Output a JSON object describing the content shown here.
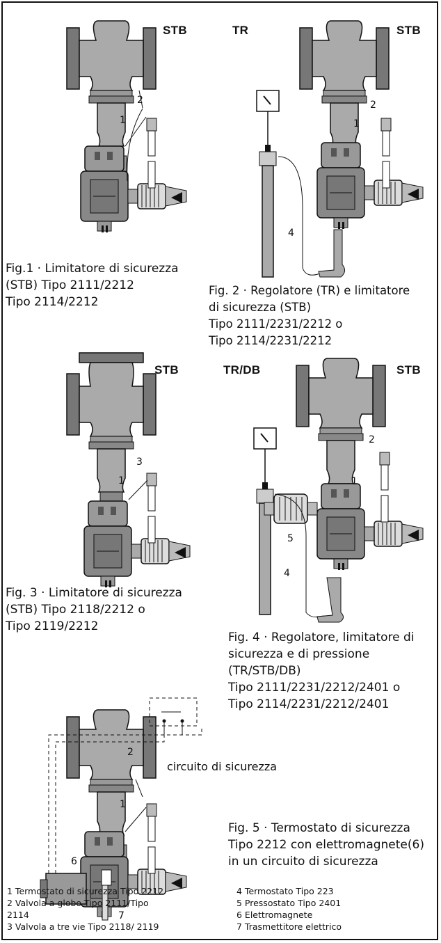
{
  "figures": {
    "fig1": {
      "label_stb": "STB",
      "caption": [
        "Fig.1 · Limitatore di sicurezza",
        "(STB) Tipo 2111/2212",
        "Tipo 2114/2212"
      ],
      "callouts": [
        "1",
        "2"
      ]
    },
    "fig2": {
      "label_tr": "TR",
      "label_stb": "STB",
      "caption": [
        "Fig. 2 · Regolatore (TR) e limitatore",
        "di sicurezza (STB)",
        "Tipo 2111/2231/2212 o",
        "Tipo 2114/2231/2212"
      ],
      "callouts": [
        "1",
        "2",
        "4"
      ]
    },
    "fig3": {
      "label_stb": "STB",
      "caption": [
        "Fig. 3 · Limitatore di sicurezza",
        "(STB) Tipo 2118/2212  o",
        "Tipo 2119/2212"
      ],
      "callouts": [
        "1",
        "3"
      ]
    },
    "fig4": {
      "label_trdb": "TR/DB",
      "label_stb": "STB",
      "caption": [
        "Fig. 4 · Regolatore, limitatore di",
        "sicurezza e di pressione",
        "(TR/STB/DB)",
        "Tipo 2111/2231/2212/2401 o",
        "Tipo 2114/2231/2212/2401"
      ],
      "callouts": [
        "1",
        "2",
        "4",
        "5"
      ]
    },
    "fig5": {
      "circuit_label": "circuito di sicurezza",
      "caption": [
        "Fig. 5 · Termostato di sicurezza",
        "Tipo 2212 con elettromagnete(6)",
        "in un circuito di sicurezza"
      ],
      "callouts": [
        "1",
        "2",
        "6",
        "7"
      ]
    }
  },
  "legend": {
    "left": [
      "1   Termostato di sicurezza Tipo 2212",
      "2   Valvola a globo Tipo 2111/Tipo",
      "2114",
      "3   Valvola a tre vie Tipo 2118/ 2119"
    ],
    "right": [
      "4   Termostato Tipo 223",
      "5   Pressostato Tipo 2401",
      "6   Elettromagnete",
      "7   Trasmettitore  elettrico"
    ]
  }
}
